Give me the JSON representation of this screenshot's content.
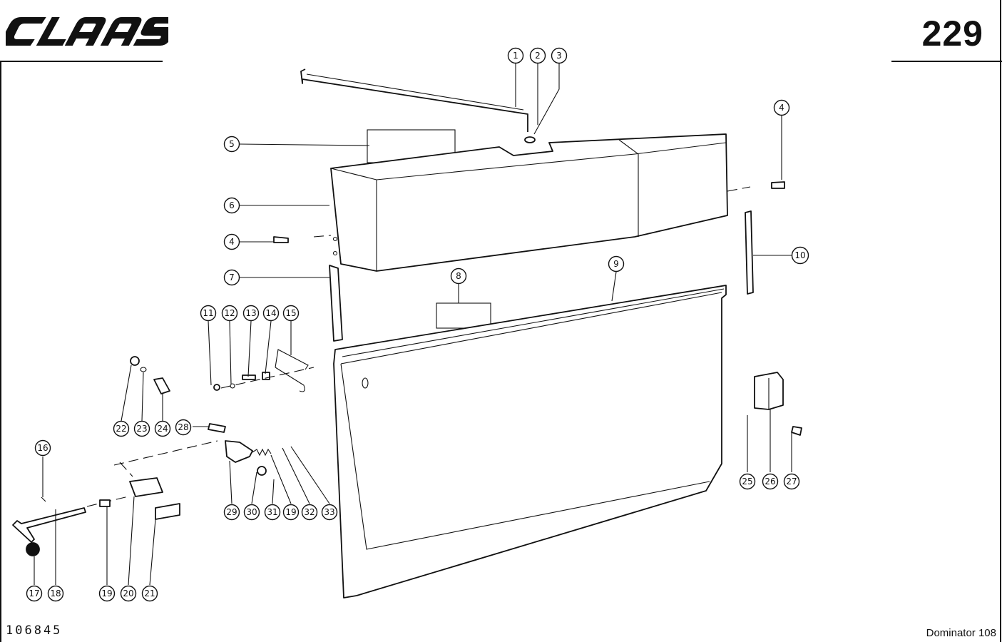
{
  "header": {
    "brand": "CLAAS",
    "page_number": "229"
  },
  "footer": {
    "drawing_number": "106845",
    "model": "Dominator 108"
  },
  "callouts": [
    "1",
    "2",
    "3",
    "4",
    "5",
    "6",
    "4",
    "7",
    "8",
    "9",
    "10",
    "11",
    "12",
    "13",
    "14",
    "15",
    "22",
    "23",
    "24",
    "28",
    "16",
    "29",
    "30",
    "31",
    "19",
    "32",
    "33",
    "25",
    "26",
    "27",
    "17",
    "18",
    "19",
    "20",
    "21"
  ]
}
